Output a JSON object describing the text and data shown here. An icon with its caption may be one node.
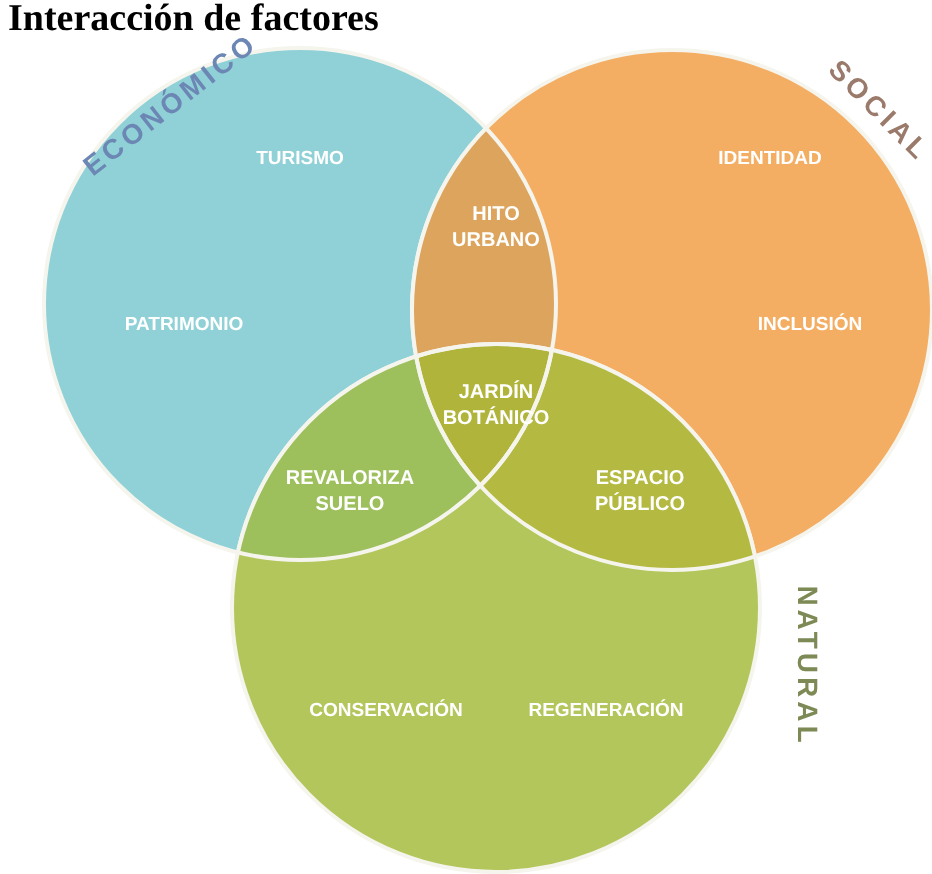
{
  "diagram": {
    "title": "Interacción de factores",
    "nodes": [
      {
        "text": [
          "ECONÓMICO",
          "TURISMO",
          "PATRIMONIO"
        ]
      },
      {
        "text": [
          "SOCIAL",
          "IDENTIDAD",
          "INCLUSIÓN"
        ]
      },
      {
        "text": [
          "NATURAL",
          "CONSERVACIÓN",
          "REGENERACIÓN"
        ]
      }
    ],
    "edges": [],
    "labels": [
      "HITO URBANO",
      "JARDÍN BOTÁNICO",
      "REVALORIZA SUELO",
      "ESPACIO PÚBLICO"
    ]
  }
}
